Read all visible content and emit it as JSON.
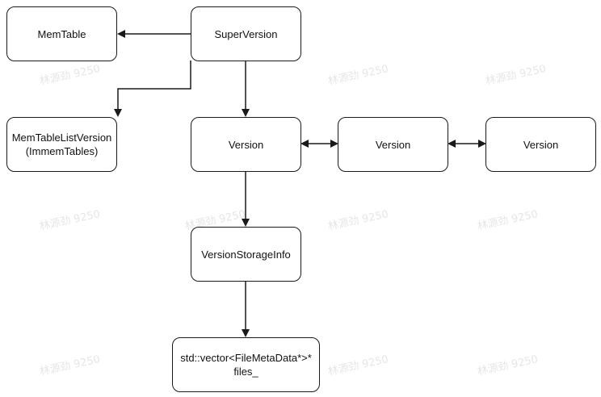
{
  "diagram": {
    "nodes": {
      "memtable": "MemTable",
      "superversion": "SuperVersion",
      "memtablelistversion_line1": "MemTableListVersion",
      "memtablelistversion_line2": "(ImmemTables)",
      "version_1": "Version",
      "version_2": "Version",
      "version_3": "Version",
      "versionstorageinfo": "VersionStorageInfo",
      "files_line1": "std::vector<FileMetaData*>*",
      "files_line2": "files_"
    },
    "watermark": "林源劲 9250",
    "colors": {
      "border": "#1a1a1a",
      "text": "#111111",
      "watermark": "#e6e6e6",
      "background": "#ffffff"
    }
  }
}
